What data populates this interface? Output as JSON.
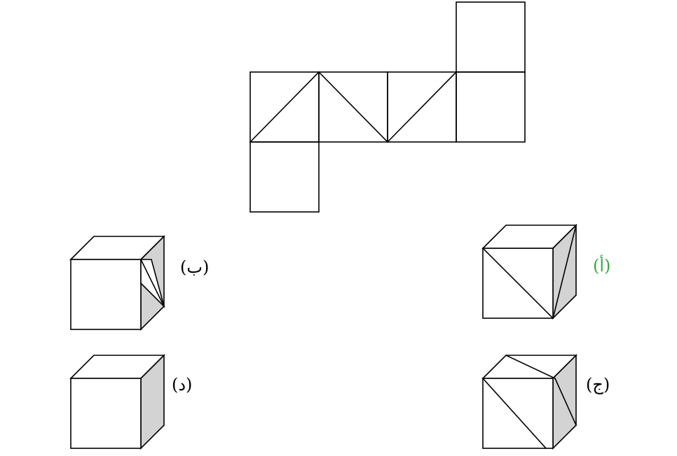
{
  "colors": {
    "line": "#000000",
    "shade": "#d3d3d3",
    "correct": "#3aa845",
    "label": "#000000"
  },
  "options": [
    {
      "id": "a",
      "label": "(أ)",
      "correct": true
    },
    {
      "id": "b",
      "label": "(ب)",
      "correct": false
    },
    {
      "id": "c",
      "label": "(ج)",
      "correct": false
    },
    {
      "id": "d",
      "label": "(د)",
      "correct": false
    }
  ]
}
